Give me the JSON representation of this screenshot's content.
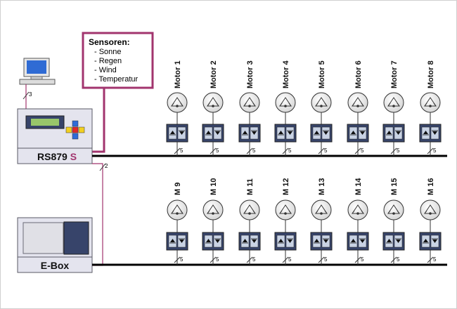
{
  "sensor_box": {
    "title": "Sensoren:",
    "items": [
      "- Sonne",
      "- Regen",
      "- Wind",
      "- Temperatur"
    ]
  },
  "controller": {
    "label_main": "RS879",
    "label_suffix": "S",
    "display_icon": "lcd-display-icon",
    "keypad_icon": "colored-keypad-icon"
  },
  "ebox": {
    "label": "E-Box"
  },
  "computer": {
    "icon": "desktop-computer-icon"
  },
  "bus_labels": {
    "computer_link": "3",
    "ebox_link": "2",
    "motor_feed": "5"
  },
  "motors_row1": [
    "Motor 1",
    "Motor 2",
    "Motor 3",
    "Motor 4",
    "Motor 5",
    "Motor 6",
    "Motor 7",
    "Motor 8"
  ],
  "motors_row2": [
    "M 9",
    "M 10",
    "M 11",
    "M 12",
    "M 13",
    "M 14",
    "M 15",
    "M 16"
  ],
  "colors": {
    "sensor_border": "#a2346e",
    "link_line": "#a2346e",
    "bus_line": "#000000",
    "device_fill": "#e4e4ee",
    "dark_panel": "#37446a",
    "switch_fill": "#c9d3e4",
    "lcd_fill": "#98c66a",
    "key_red": "#e0282a",
    "key_yellow": "#f2d021",
    "key_blue": "#2e6bd8"
  }
}
